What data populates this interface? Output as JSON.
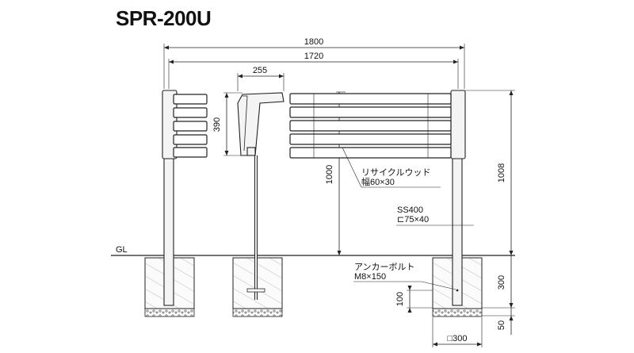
{
  "title": "SPR-200U",
  "labels": {
    "ground": "GL",
    "wood_name": "リサイクルウッド",
    "wood_size": "幅60×30",
    "steel_name": "SS400",
    "steel_size": "⊏75×40",
    "bolt_name": "アンカーボルト",
    "bolt_size": "M8×150"
  },
  "dimensions": {
    "overall_width": "1800",
    "post_span": "1720",
    "board_width": "255",
    "board_height": "390",
    "panel_height": "1000",
    "total_height": "1008",
    "foundation_depth": "300",
    "base_thickness": "50",
    "bolt_depth": "100",
    "foundation_size": "□300"
  }
}
